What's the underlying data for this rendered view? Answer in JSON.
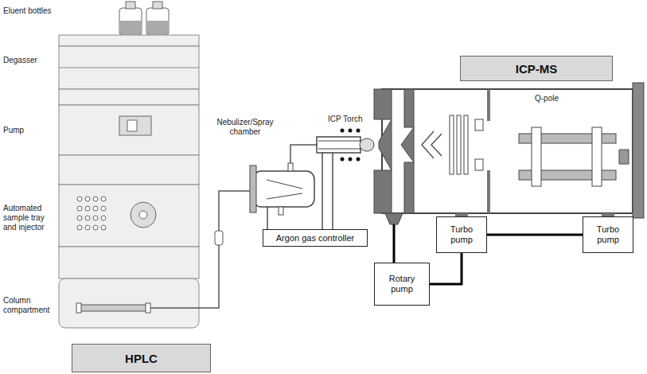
{
  "diagram": {
    "nodes": [
      {
        "text": [
          "ICP-MS"
        ]
      },
      {
        "text": [
          "Turbo pump"
        ]
      },
      {
        "text": [
          "Turbo pump"
        ]
      },
      {
        "text": [
          "Rotary pump"
        ]
      },
      {
        "text": [
          "Argon gas controller"
        ]
      },
      {
        "text": [
          "HPLC"
        ]
      }
    ],
    "edges": [
      {
        "from": 3,
        "to": 1,
        "arrow": "none"
      },
      {
        "from": 1,
        "to": 2,
        "arrow": "none"
      }
    ],
    "labels": [
      "Eluent bottles",
      "Degasser",
      "Pump",
      "Automated sample tray and injector",
      "Column compartment",
      "Nebulizer/Spray chamber",
      "ICP Torch",
      "Q-pole"
    ]
  }
}
